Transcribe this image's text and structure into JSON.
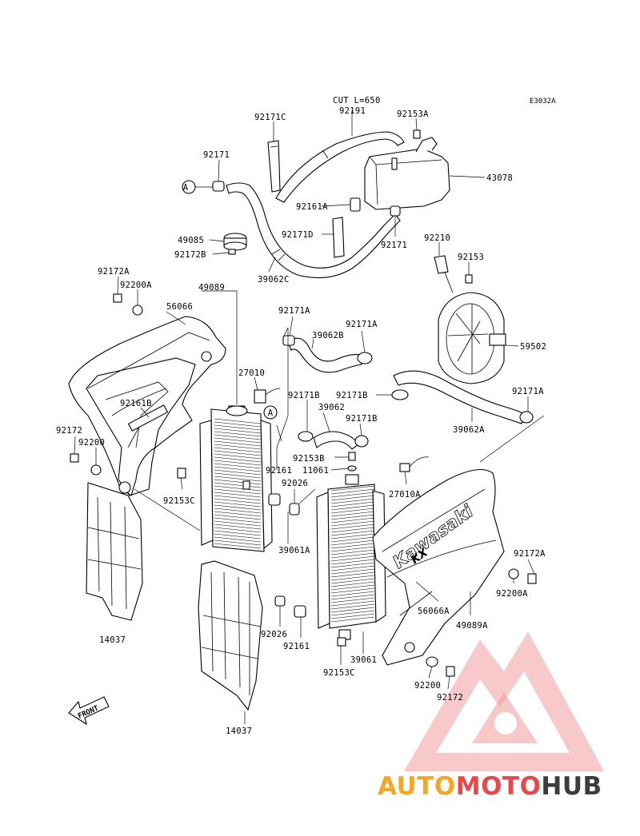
{
  "diagram": {
    "code": "E3032A",
    "cut_note": "CUT L=650",
    "ref_marker": "A",
    "front_label": "FRONT",
    "shroud_brand": "Kawasaki",
    "shroud_model": "KX",
    "labels": {
      "p92191": "92191",
      "p92153A": "92153A",
      "p43078": "43078",
      "p92171C": "92171C",
      "p92171": "92171",
      "p92161A": "92161A",
      "p92171D": "92171D",
      "p92171b": "92171",
      "p49085": "49085",
      "p92172B": "92172B",
      "p39062C": "39062C",
      "p92210": "92210",
      "p92153": "92153",
      "p59502": "59502",
      "p92172A": "92172A",
      "p92200A": "92200A",
      "p49089": "49089",
      "p56066": "56066",
      "p92171A": "92171A",
      "p39062B": "39062B",
      "p92171A2": "92171A",
      "p27010": "27010",
      "p92171B": "92171B",
      "p92171B2": "92171B",
      "p92171A3": "92171A",
      "p92161B": "92161B",
      "p39062": "39062",
      "p92171B3": "92171B",
      "p39062A": "39062A",
      "p92172": "92172",
      "p92200": "92200",
      "p92153B": "92153B",
      "p92161": "92161",
      "p11061": "11061",
      "p92026": "92026",
      "p27010A": "27010A",
      "p92153C": "92153C",
      "p39061A": "39061A",
      "p92172A2": "92172A",
      "p92200A2": "92200A",
      "p56066A": "56066A",
      "p49089A": "49089A",
      "p14037": "14037",
      "p92026b": "92026",
      "p92161b": "92161",
      "p39061": "39061",
      "p92153C2": "92153C",
      "p92200b": "92200",
      "p92172b": "92172",
      "p14037b": "14037"
    }
  },
  "watermark": {
    "part1": "AUTO",
    "part2": "MOTO",
    "part3": "HUB",
    "color1": "#F5A623",
    "color2": "#E8474C",
    "color3": "#3D3D3D"
  }
}
